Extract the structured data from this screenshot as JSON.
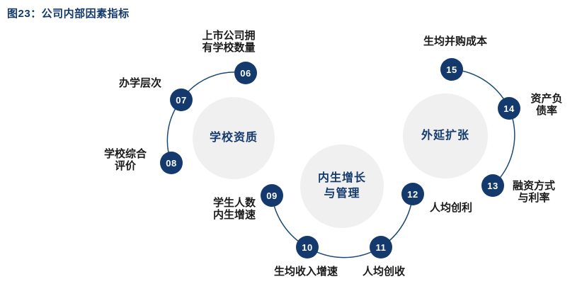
{
  "title": "图23：公司内部因素指标",
  "colors": {
    "navy": "#143a6d",
    "line": "#1b4a75",
    "cluster_fill": "#f0f0f0",
    "label_text": "#1a1a1a",
    "background": "#ffffff"
  },
  "clusters": [
    {
      "name": "学校资质"
    },
    {
      "name": "内生增长\n与管理"
    },
    {
      "name": "外延扩张"
    }
  ],
  "nodes": [
    {
      "num": "06",
      "label": "上市公司拥\n有学校数量"
    },
    {
      "num": "07",
      "label": "办学层次"
    },
    {
      "num": "08",
      "label": "学校综合\n评价"
    },
    {
      "num": "09",
      "label": "学生人数\n内生增速"
    },
    {
      "num": "10",
      "label": "生均收入增速"
    },
    {
      "num": "11",
      "label": "人均创收"
    },
    {
      "num": "12",
      "label": "人均创利"
    },
    {
      "num": "13",
      "label": "融资方式\n与利率"
    },
    {
      "num": "14",
      "label": "资产负\n债率"
    },
    {
      "num": "15",
      "label": "生均并购成本"
    }
  ]
}
